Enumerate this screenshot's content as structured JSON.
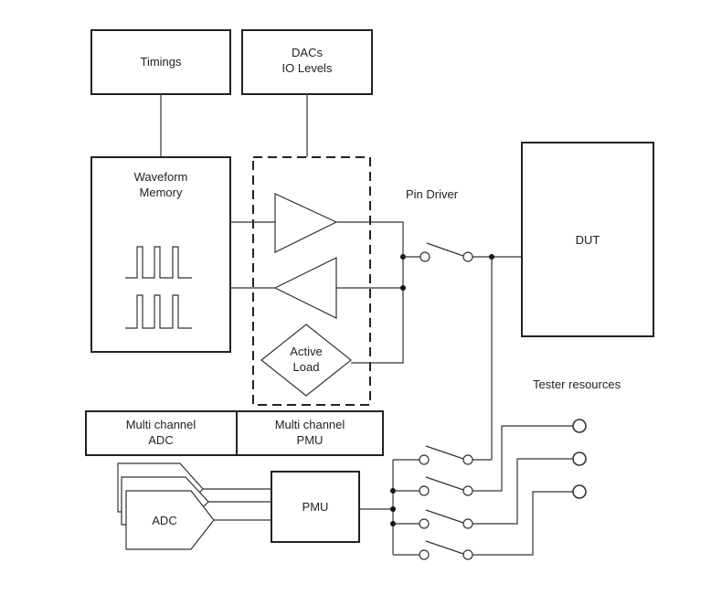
{
  "blocks": {
    "timings": "Timings",
    "dacs_line1": "DACs",
    "dacs_line2": "IO Levels",
    "waveform_line1": "Waveform",
    "waveform_line2": "Memory",
    "active_load_line1": "Active",
    "active_load_line2": "Load",
    "dut": "DUT",
    "adc_multi_line1": "Multi channel",
    "adc_multi_line2": "ADC",
    "pmu_multi_line1": "Multi channel",
    "pmu_multi_line2": "PMU",
    "pmu": "PMU",
    "adc": "ADC"
  },
  "labels": {
    "pin_driver": "Pin Driver",
    "tester_resources": "Tester resources"
  },
  "colors": {
    "stroke": "#222222",
    "background": "#ffffff"
  }
}
